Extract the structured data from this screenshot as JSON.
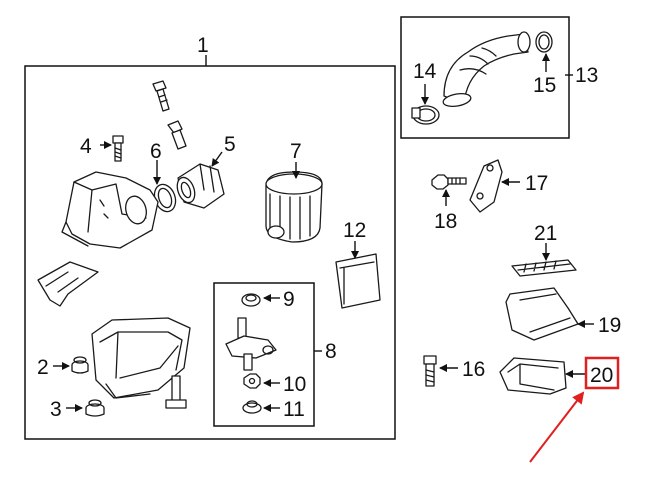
{
  "callouts": [
    "1",
    "2",
    "3",
    "4",
    "5",
    "6",
    "7",
    "8",
    "9",
    "10",
    "11",
    "12",
    "13",
    "14",
    "15",
    "16",
    "17",
    "18",
    "19",
    "20",
    "21"
  ],
  "highlight": {
    "callout": "20",
    "color": "#e02020"
  }
}
